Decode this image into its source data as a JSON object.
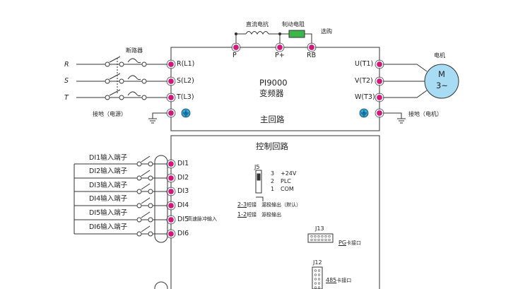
{
  "top": {
    "reactor": "直流电抗",
    "brake_resistor": "制动电阻",
    "optional": "选购",
    "breaker": "断路器",
    "motor_title": "电机",
    "motor_symbol": "M",
    "motor_phase": "3~",
    "p": "P",
    "p_plus": "P+",
    "rb": "RB",
    "inputs": [
      "R",
      "S",
      "T"
    ],
    "input_terms": [
      "R(L1)",
      "S(L2)",
      "T(L3)"
    ],
    "output_terms": [
      "U(T1)",
      "V(T2)",
      "W(T3)"
    ],
    "model": "PI9000",
    "device": "变频器",
    "main_circuit": "主回路",
    "ground_power": "接地（电源）",
    "ground_motor": "接地（电机）"
  },
  "control": {
    "title": "控制回路",
    "di_labels": [
      "DI1输入端子",
      "DI2输入端子",
      "DI3输入端子",
      "DI4输入端子",
      "DI5输入端子",
      "DI6输入端子"
    ],
    "di_terms": [
      "DI1",
      "DI2",
      "DI3",
      "DI4",
      "DI5",
      "DI6"
    ],
    "di5_note": "高速脉冲输入",
    "jumper": {
      "name": "J5",
      "pins": [
        "3",
        "2",
        "1"
      ],
      "signals": [
        "+24V",
        "PLC",
        "COM"
      ],
      "opt1_key": "2-3",
      "opt1_text": "短接　漏极输出（默认）",
      "opt2_key": "1-2",
      "opt2_text": "短接　源极输出"
    },
    "j13": {
      "name": "J13",
      "port_key": "PG",
      "port_text": "卡接口"
    },
    "j12": {
      "name": "J12",
      "port_key": "485",
      "port_text": "卡接口"
    }
  }
}
